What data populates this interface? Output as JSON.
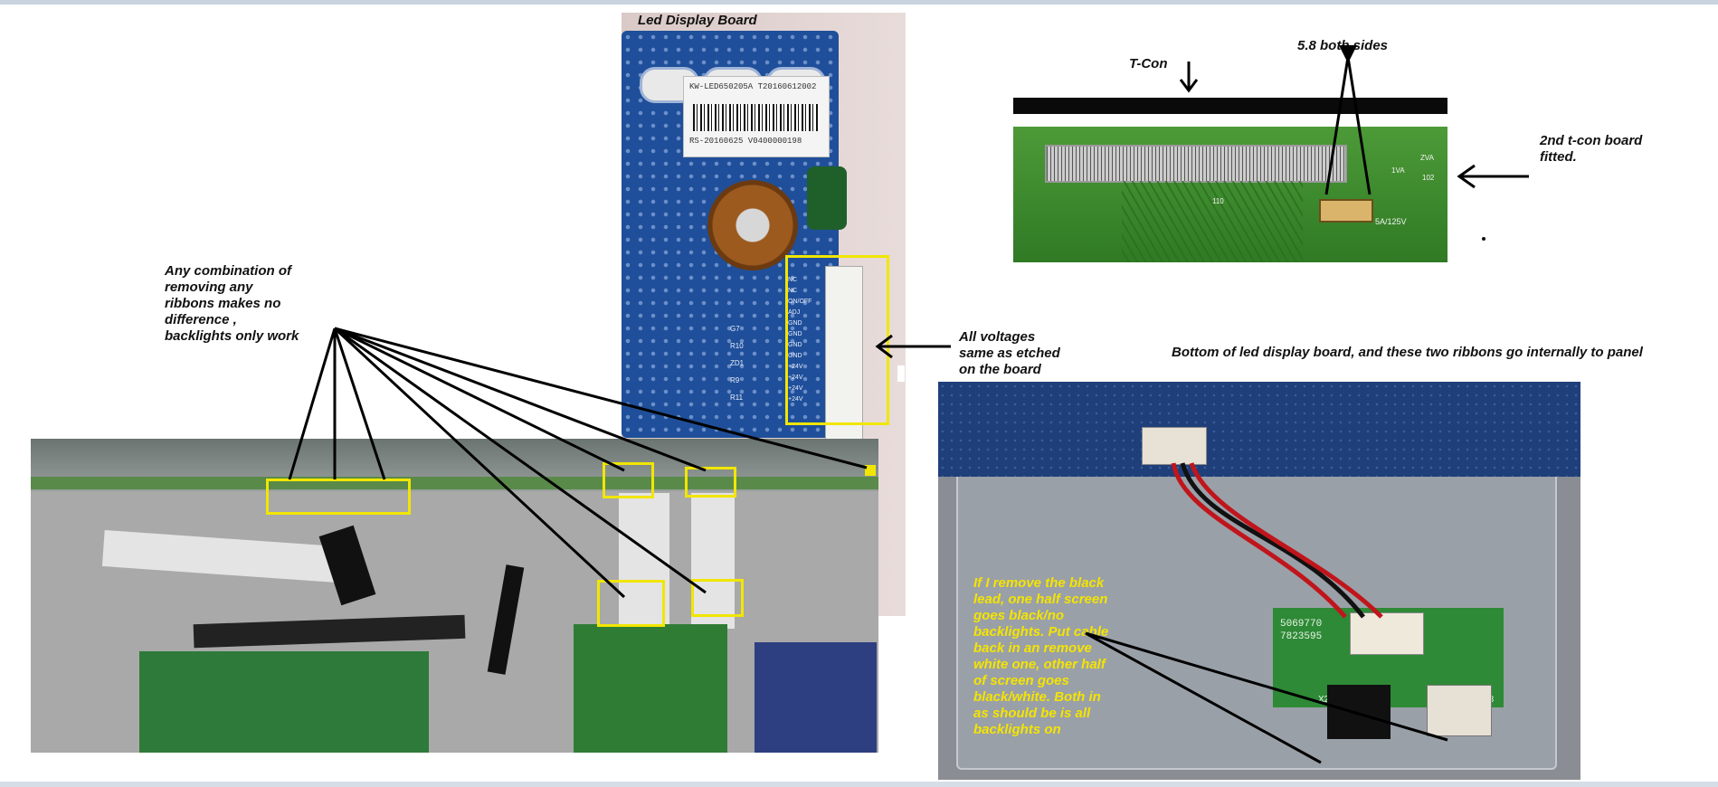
{
  "labels": {
    "led_display_board": "Led Display Board",
    "tcon": "T-Con",
    "both_sides": "5.8 both sides",
    "second_tcon": "2nd t-con board fitted.",
    "combination_note": "Any combination of removing any ribbons makes no difference , backlights only work",
    "voltages_note": "All voltages same as etched on the board",
    "bottom_note": "Bottom of led display board, and these two ribbons go internally to panel",
    "remove_note": "If I remove the black lead, one half screen goes black/no backlights. Put cable back in an remove white one, other half of screen goes black/white. Both in as should be is all backlights on"
  },
  "sticker": {
    "line1": "KW-LED650205A  T20160612002",
    "line2": "RS-20160625  V0400000198"
  },
  "connector_pins": [
    "NC",
    "NC",
    "ON/OFF",
    "ADJ",
    "GND",
    "GND",
    "GND",
    "GND",
    "+24V",
    "+24V",
    "+24V",
    "+24V"
  ],
  "board_parts": [
    "G7",
    "R10",
    "ZD1",
    "R9",
    "R11"
  ],
  "tcon_board_text": [
    "5A/125V",
    "ZVA",
    "102",
    "1VA",
    "110"
  ],
  "small_pcb_text": [
    "5069770",
    "7823595",
    "X2",
    "X3"
  ],
  "colors": {
    "highlight": "#f1e600",
    "note_yellow": "#f4e400",
    "arrow": "#000000"
  }
}
